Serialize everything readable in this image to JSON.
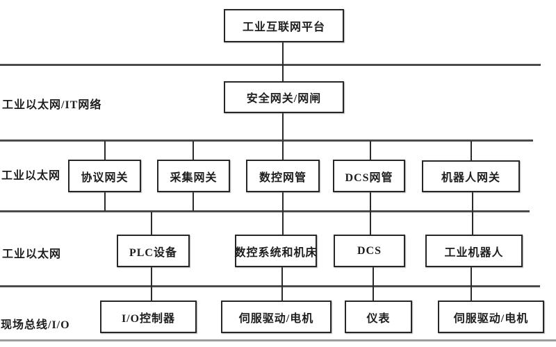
{
  "diagram": {
    "type": "network-architecture-hierarchy",
    "line_color": "#4b4b4b",
    "box_border_color": "#262626",
    "background": "#ffffff"
  },
  "layers": [
    {
      "label": "工业以太网/IT网络"
    },
    {
      "label": "工业以太网"
    },
    {
      "label": "工业以太网"
    },
    {
      "label": "现场总线/I/O"
    }
  ],
  "nodes": {
    "platform": "工业互联网平台",
    "security_gateway": "安全网关/网闸",
    "gateways": [
      "协议网关",
      "采集网关",
      "数控网管",
      "DCS网管",
      "机器人网关"
    ],
    "devices": [
      "PLC设备",
      "数控系统和机床",
      "DCS",
      "工业机器人"
    ],
    "field": [
      "I/O控制器",
      "伺服驱动/电机",
      "仪表",
      "伺服驱动/电机"
    ]
  }
}
